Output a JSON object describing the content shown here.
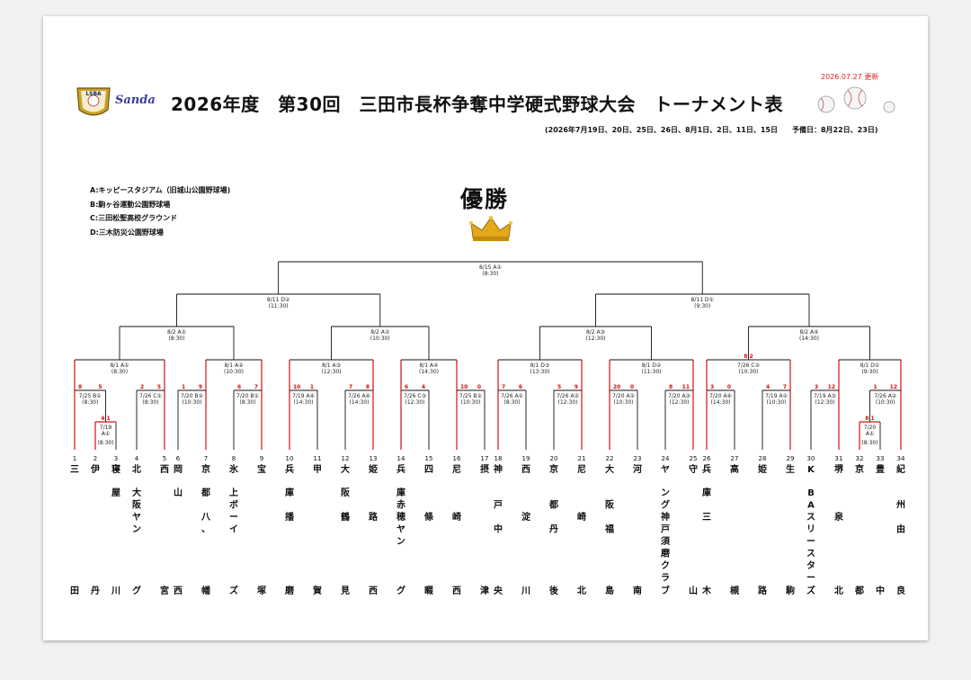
{
  "header": {
    "title": "2026年度　第30回　三田市長杯争奪中学硬式野球大会　トーナメント表",
    "updated": "2026.07.27 更新",
    "dates": "(2026年7月19日、20日、25日、26日、8月1日、2日、11日、15日　　予備日：8月22日、23日)",
    "logo_text": "Sanda",
    "logo_letters": "LSBA"
  },
  "legend": [
    "A:キッピースタジアム（旧城山公園野球場)",
    "B:駒ヶ谷運動公園野球場",
    "C:三田松聖高校グラウンド",
    "D:三木防災公園野球場"
  ],
  "champion_label": "優勝",
  "colors": {
    "winner": "#d01010",
    "line": "#111111",
    "accent": "#e02020"
  },
  "teams": [
    {
      "no": "1",
      "top": "三",
      "bottom": "田"
    },
    {
      "no": "2",
      "top": "伊",
      "bottom": "丹"
    },
    {
      "no": "3",
      "top": "寝",
      "mid": "屋",
      "bottom": "川"
    },
    {
      "no": "4",
      "top": "北",
      "mid": "大\n阪\nヤ\nン",
      "bottom": "グ"
    },
    {
      "no": "5",
      "top": "西",
      "bottom": "宮"
    },
    {
      "no": "6",
      "top": "岡",
      "mid": "山",
      "bottom": "西"
    },
    {
      "no": "7",
      "top": "京",
      "mid": "都\n\n八\n、",
      "bottom": "幡"
    },
    {
      "no": "8",
      "top": "氷",
      "mid": "上\nボ\nー\nイ",
      "bottom": "ズ"
    },
    {
      "no": "9",
      "top": "宝",
      "bottom": "塚"
    },
    {
      "no": "10",
      "top": "兵",
      "mid": "庫\n\n播",
      "bottom": "磨"
    },
    {
      "no": "11",
      "top": "甲",
      "bottom": "賀"
    },
    {
      "no": "12",
      "top": "大",
      "mid": "阪\n\n鶴",
      "bottom": "見"
    },
    {
      "no": "13",
      "top": "姫",
      "mid": "\n\n路",
      "bottom": "西"
    },
    {
      "no": "14",
      "top": "兵",
      "mid": "庫\n赤\n穂\nヤ\nン",
      "bottom": "グ"
    },
    {
      "no": "15",
      "top": "四",
      "mid": "\n\n條",
      "bottom": "畷"
    },
    {
      "no": "16",
      "top": "尼",
      "mid": "\n\n崎",
      "bottom": "西"
    },
    {
      "no": "17",
      "top": "摂",
      "bottom": "津"
    },
    {
      "no": "18",
      "top": "神",
      "mid": "\n戸\n\n中",
      "bottom": "央"
    },
    {
      "no": "19",
      "top": "西",
      "mid": "\n\n淀",
      "bottom": "川"
    },
    {
      "no": "20",
      "top": "京",
      "mid": "\n都\n\n丹",
      "bottom": "後"
    },
    {
      "no": "21",
      "top": "尼",
      "mid": "\n\n崎",
      "bottom": "北"
    },
    {
      "no": "22",
      "top": "大",
      "mid": "\n阪\n\n福",
      "bottom": "島"
    },
    {
      "no": "23",
      "top": "河",
      "bottom": "南"
    },
    {
      "no": "24",
      "top": "ヤ",
      "mid": "ン\nグ\n神\n戸\n須\n磨\nク\nラ",
      "bottom": "ブ"
    },
    {
      "no": "25",
      "top": "守",
      "bottom": "山"
    },
    {
      "no": "26",
      "top": "兵",
      "mid": "庫\n\n三",
      "bottom": "木"
    },
    {
      "no": "27",
      "top": "高",
      "bottom": "槻"
    },
    {
      "no": "28",
      "top": "姫",
      "bottom": "路"
    },
    {
      "no": "29",
      "top": "生",
      "bottom": "駒"
    },
    {
      "no": "30",
      "top": "K",
      "mid": "B\nA\nス\nリ\nー\nス\nタ\nー",
      "bottom": "ズ"
    },
    {
      "no": "31",
      "top": "堺",
      "mid": "\n\n泉",
      "bottom": "北"
    },
    {
      "no": "32",
      "top": "京",
      "bottom": "都"
    },
    {
      "no": "33",
      "top": "豊",
      "bottom": "中"
    },
    {
      "no": "34",
      "top": "紀",
      "mid": "\n州\n\n由",
      "bottom": "良"
    }
  ],
  "matches": {
    "pre": [
      {
        "id": "p1",
        "date": "7/19",
        "venue": "A①",
        "time": "(8:30)",
        "score": "4",
        "score2": "1"
      },
      {
        "id": "p2",
        "date": "7/20",
        "venue": "A①",
        "time": "(8:30)",
        "score": "8",
        "score2": "1"
      }
    ],
    "r1": [
      {
        "date": "7/25",
        "venue": "B①",
        "time": "(8:30)",
        "sa": "8",
        "sb": "5"
      },
      {
        "date": "7/26",
        "venue": "C①",
        "time": "(8:30)",
        "sa": "2",
        "sb": "5"
      },
      {
        "date": "7/20",
        "venue": "B②",
        "time": "(10:30)",
        "sa": "1",
        "sb": "9"
      },
      {
        "date": "7/20",
        "venue": "B①",
        "time": "(8:30)",
        "sa": "6",
        "sb": "7"
      },
      {
        "date": "7/19",
        "venue": "A④",
        "time": "(14:30)",
        "sa": "10",
        "sb": "1"
      },
      {
        "date": "7/26",
        "venue": "A④",
        "time": "(14:30)",
        "sa": "7",
        "sb": "8"
      },
      {
        "date": "7/26",
        "venue": "C③",
        "time": "(12:30)",
        "sa": "6",
        "sb": "4"
      },
      {
        "date": "7/25",
        "venue": "B②",
        "time": "(10:30)",
        "sa": "10",
        "sb": "0"
      },
      {
        "date": "7/26",
        "venue": "A①",
        "time": "(8:30)",
        "sa": "7",
        "sb": "6"
      },
      {
        "date": "7/26",
        "venue": "A③",
        "time": "(12:30)",
        "sa": "5",
        "sb": "9"
      },
      {
        "date": "7/20",
        "venue": "A②",
        "time": "(10:30)",
        "sa": "20",
        "sb": "0"
      },
      {
        "date": "7/20",
        "venue": "A③",
        "time": "(12:30)",
        "sa": "8",
        "sb": "11"
      },
      {
        "date": "7/20",
        "venue": "A④",
        "time": "(14:30)",
        "sa": "3",
        "sb": "0"
      },
      {
        "date": "7/19",
        "venue": "A②",
        "time": "(10:30)",
        "sa": "4",
        "sb": "7"
      },
      {
        "date": "7/19",
        "venue": "A③",
        "time": "(12:30)",
        "sa": "3",
        "sb": "12"
      },
      {
        "date": "7/26",
        "venue": "A②",
        "time": "(10:30)",
        "sa": "1",
        "sb": "12"
      }
    ],
    "r2": [
      {
        "date": "8/1",
        "venue": "A①",
        "time": "(8:30)"
      },
      {
        "date": "8/1",
        "venue": "A②",
        "time": "(10:30)"
      },
      {
        "date": "8/1",
        "venue": "A③",
        "time": "(12:30)"
      },
      {
        "date": "8/1",
        "venue": "A④",
        "time": "(14:30)"
      },
      {
        "date": "8/1",
        "venue": "D③",
        "time": "(13:30)"
      },
      {
        "date": "8/1",
        "venue": "D②",
        "time": "(11:30)"
      },
      {
        "date": "7/26",
        "venue": "C②",
        "time": "(10:30)",
        "sa": "8",
        "sb": "2"
      },
      {
        "date": "8/1",
        "venue": "D①",
        "time": "(9:30)"
      }
    ],
    "r3": [
      {
        "date": "8/2",
        "venue": "A①",
        "time": "(8:30)"
      },
      {
        "date": "8/2",
        "venue": "A②",
        "time": "(10:30)"
      },
      {
        "date": "8/2",
        "venue": "A③",
        "time": "(12:30)"
      },
      {
        "date": "8/2",
        "venue": "A④",
        "time": "(14:30)"
      }
    ],
    "sf": [
      {
        "date": "8/11",
        "venue": "D②",
        "time": "(11:30)"
      },
      {
        "date": "8/11",
        "venue": "D①",
        "time": "(9:30)"
      }
    ],
    "final": {
      "date": "8/15",
      "venue": "A①",
      "time": "(8:30)"
    }
  }
}
